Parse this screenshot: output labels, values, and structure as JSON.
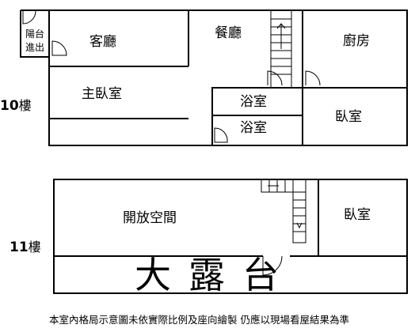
{
  "floors": [
    {
      "label_number": "10",
      "label_suffix": "樓",
      "rooms": {
        "balcony_line1": "陽台",
        "balcony_line2": "進出",
        "living": "客廳",
        "dining": "餐廳",
        "kitchen": "廚房",
        "master_bedroom": "主臥室",
        "bathroom_1": "浴室",
        "bathroom_2": "浴室",
        "bedroom": "臥室"
      }
    },
    {
      "label_number": "11",
      "label_suffix": "樓",
      "rooms": {
        "open_space": "開放空間",
        "bedroom": "臥室",
        "terrace": "大露台"
      }
    }
  ],
  "footnote": "本室內格局示意圖未依實際比例及座向繪製  仍應以現場看屋結果為準"
}
